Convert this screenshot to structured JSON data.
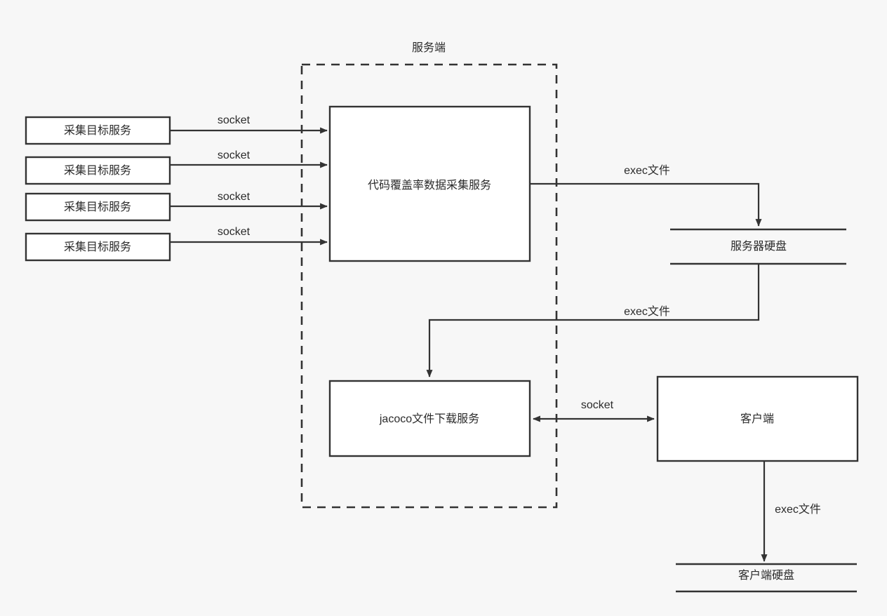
{
  "diagram": {
    "title": "服务端",
    "background_color": "#f7f7f7",
    "stroke_color": "#333333",
    "node_fill": "#ffffff",
    "boundary": {
      "label": "服务端",
      "style": "dashed"
    },
    "source_services": [
      {
        "label": "采集目标服务"
      },
      {
        "label": "采集目标服务"
      },
      {
        "label": "采集目标服务"
      },
      {
        "label": "采集目标服务"
      }
    ],
    "collector_service": {
      "label": "代码覆盖率数据采集服务"
    },
    "download_service": {
      "label": "jacoco文件下载服务"
    },
    "client": {
      "label": "客户端"
    },
    "server_disk": {
      "label": "服务器硬盘"
    },
    "client_disk": {
      "label": "客户端硬盘"
    },
    "edges": [
      {
        "label": "socket",
        "from": "采集目标服务",
        "to": "代码覆盖率数据采集服务",
        "direction": "forward"
      },
      {
        "label": "socket",
        "from": "采集目标服务",
        "to": "代码覆盖率数据采集服务",
        "direction": "forward"
      },
      {
        "label": "socket",
        "from": "采集目标服务",
        "to": "代码覆盖率数据采集服务",
        "direction": "forward"
      },
      {
        "label": "socket",
        "from": "采集目标服务",
        "to": "代码覆盖率数据采集服务",
        "direction": "forward"
      },
      {
        "label": "exec文件",
        "from": "代码覆盖率数据采集服务",
        "to": "服务器硬盘",
        "direction": "forward"
      },
      {
        "label": "exec文件",
        "from": "服务器硬盘",
        "to": "jacoco文件下载服务",
        "direction": "forward"
      },
      {
        "label": "socket",
        "from": "jacoco文件下载服务",
        "to": "客户端",
        "direction": "both"
      },
      {
        "label": "exec文件",
        "from": "客户端",
        "to": "客户端硬盘",
        "direction": "forward"
      }
    ]
  }
}
